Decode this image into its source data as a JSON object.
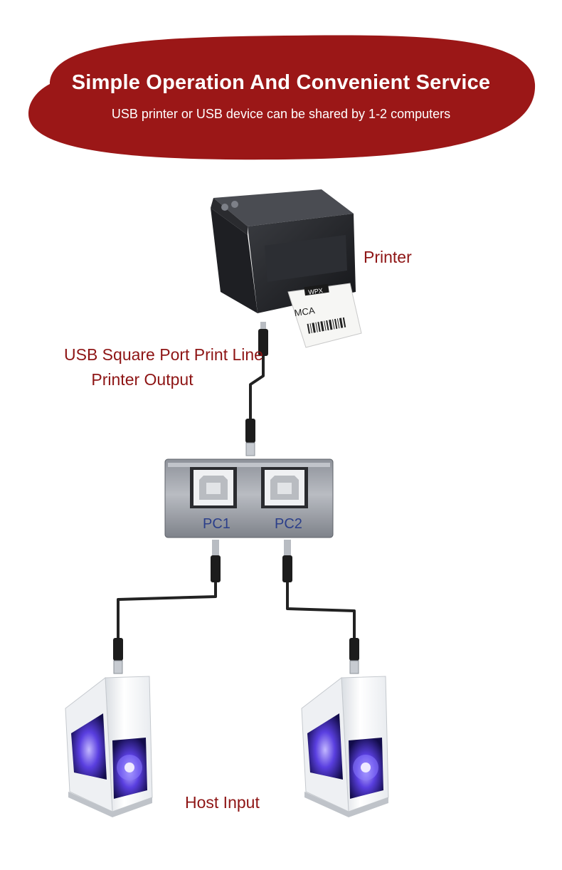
{
  "banner": {
    "title": "Simple Operation And Convenient Service",
    "subtitle": "USB printer or USB device can be shared by 1-2 computers",
    "color": "#9b1717"
  },
  "printer": {
    "label": "Printer",
    "paper_label_brand": "WPX",
    "paper_label_text": "MCA"
  },
  "cable_label": {
    "line1": "USB Square Port Print Line",
    "line2": "Printer Output"
  },
  "switch_box": {
    "port1": "PC1",
    "port2": "PC2"
  },
  "hosts": {
    "label": "Host Input"
  },
  "colors": {
    "label_text": "#8e1515",
    "port_text": "#2b3f8a",
    "cable": "#222222",
    "pc_glow": "#6a5cff"
  }
}
